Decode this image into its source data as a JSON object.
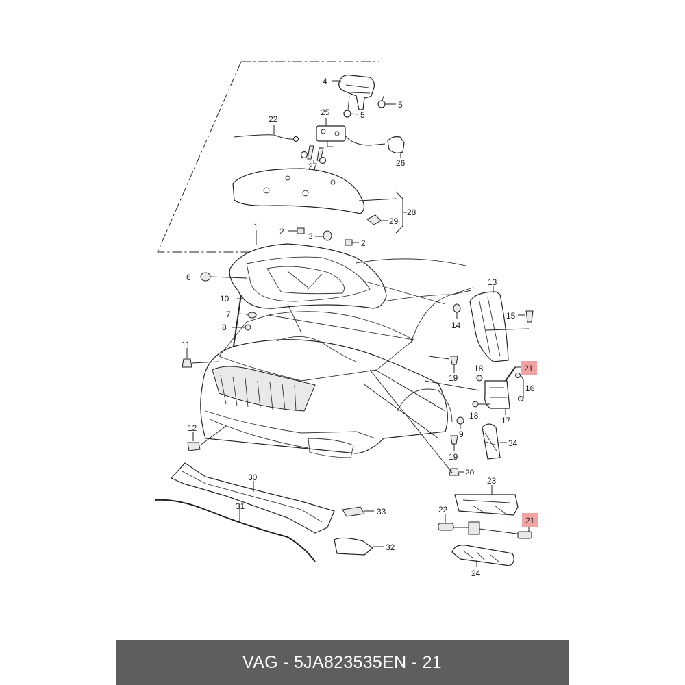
{
  "callouts": [
    {
      "id": "l4",
      "text": "4"
    },
    {
      "id": "l5a",
      "text": "5"
    },
    {
      "id": "l5b",
      "text": "5"
    },
    {
      "id": "l22a",
      "text": "22"
    },
    {
      "id": "l25",
      "text": "25"
    },
    {
      "id": "l26",
      "text": "26"
    },
    {
      "id": "l27",
      "text": "27"
    },
    {
      "id": "l28",
      "text": "28"
    },
    {
      "id": "l29",
      "text": "29"
    },
    {
      "id": "l1",
      "text": "1"
    },
    {
      "id": "l2a",
      "text": "2"
    },
    {
      "id": "l3",
      "text": "3"
    },
    {
      "id": "l2b",
      "text": "2"
    },
    {
      "id": "l6",
      "text": "6"
    },
    {
      "id": "l10",
      "text": "10"
    },
    {
      "id": "l7",
      "text": "7"
    },
    {
      "id": "l8",
      "text": "8"
    },
    {
      "id": "l11",
      "text": "11"
    },
    {
      "id": "l12",
      "text": "12"
    },
    {
      "id": "l13",
      "text": "13"
    },
    {
      "id": "l14",
      "text": "14"
    },
    {
      "id": "l15",
      "text": "15"
    },
    {
      "id": "l21a",
      "text": "21"
    },
    {
      "id": "l18a",
      "text": "18"
    },
    {
      "id": "l16",
      "text": "16"
    },
    {
      "id": "l18b",
      "text": "18"
    },
    {
      "id": "l17",
      "text": "17"
    },
    {
      "id": "l19a",
      "text": "19"
    },
    {
      "id": "l9",
      "text": "9"
    },
    {
      "id": "l19b",
      "text": "19"
    },
    {
      "id": "l20",
      "text": "20"
    },
    {
      "id": "l34",
      "text": "34"
    },
    {
      "id": "l30",
      "text": "30"
    },
    {
      "id": "l31",
      "text": "31"
    },
    {
      "id": "l33",
      "text": "33"
    },
    {
      "id": "l32",
      "text": "32"
    },
    {
      "id": "l23",
      "text": "23"
    },
    {
      "id": "l22b",
      "text": "22"
    },
    {
      "id": "l21b",
      "text": "21"
    },
    {
      "id": "l24",
      "text": "24"
    }
  ],
  "highlight_color": "#f1a3a3",
  "footer": {
    "brand": "VAG",
    "part_number": "5JA823535E",
    "position": "N - 21",
    "background_color": "#5e5e5e"
  }
}
